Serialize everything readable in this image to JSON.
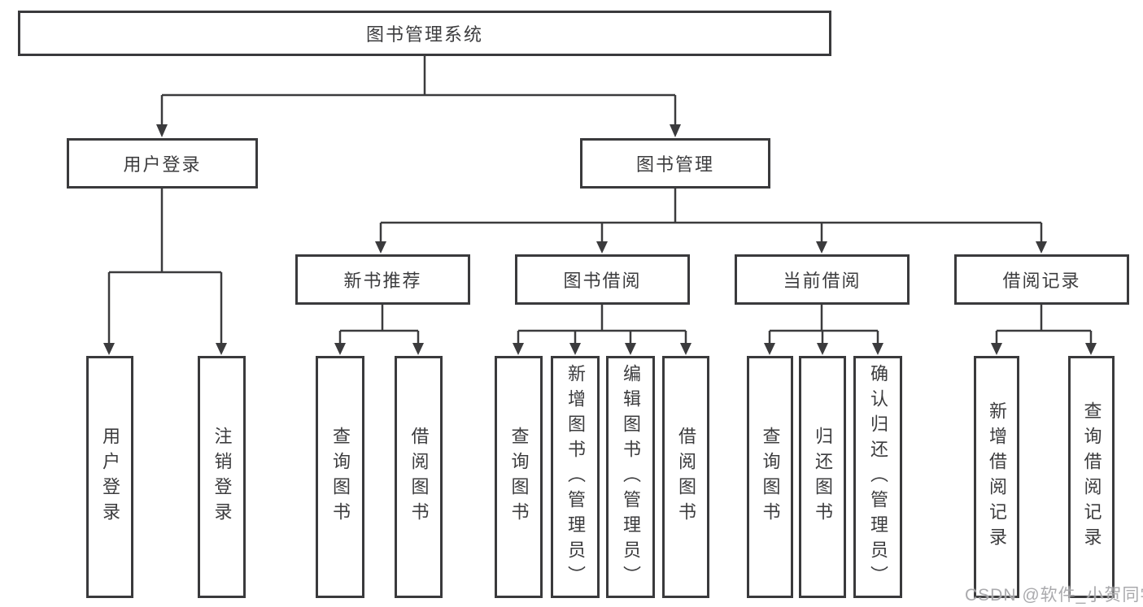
{
  "diagram": {
    "root": {
      "label": "图书管理系统"
    },
    "level2": [
      {
        "label": "用户登录"
      },
      {
        "label": "图书管理"
      }
    ],
    "level3": [
      {
        "label": "新书推荐"
      },
      {
        "label": "图书借阅"
      },
      {
        "label": "当前借阅"
      },
      {
        "label": "借阅记录"
      }
    ],
    "leaves": {
      "user_login": [
        {
          "label": "用户登录"
        },
        {
          "label": "注销登录"
        }
      ],
      "new_book": [
        {
          "label": "查询图书"
        },
        {
          "label": "借阅图书"
        }
      ],
      "borrow": [
        {
          "label": "查询图书"
        },
        {
          "label": "新增图书（管理员）"
        },
        {
          "label": "编辑图书（管理员）"
        },
        {
          "label": "借阅图书"
        }
      ],
      "current": [
        {
          "label": "查询图书"
        },
        {
          "label": "归还图书"
        },
        {
          "label": "确认归还（管理员）"
        }
      ],
      "record": [
        {
          "label": "新增借阅记录"
        },
        {
          "label": "查询借阅记录"
        }
      ]
    }
  },
  "watermark": {
    "text": "CSDN @软件_小贺同学"
  },
  "colors": {
    "line": "#3b3b3d",
    "border": "#3a3a3c",
    "text": "#3c3c3e",
    "watermark": "#a3a3a6",
    "background": "#ffffff"
  }
}
